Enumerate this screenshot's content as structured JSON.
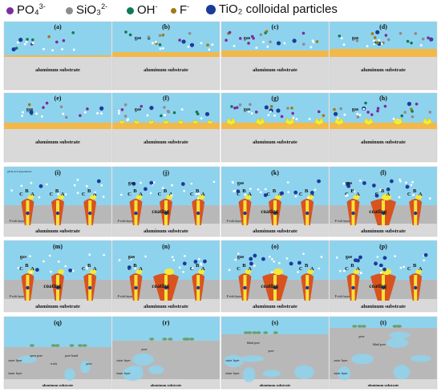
{
  "legend": [
    {
      "label": "PO₄",
      "sup": "3-",
      "color": "#7b2e9b",
      "icon": "purple-dot-icon"
    },
    {
      "label": "SiO₃",
      "sup": "2-",
      "color": "#8c8c8c",
      "icon": "gray-dot-icon"
    },
    {
      "label": "OH",
      "sup": "-",
      "color": "#0f7a55",
      "icon": "green-dot-icon"
    },
    {
      "label": "F",
      "sup": "-",
      "color": "#a07a12",
      "icon": "olive-dot-icon"
    },
    {
      "label": "TiO₂ colloidal particles",
      "sup": "",
      "color": "#1b3b9a",
      "icon": "navy-dot-icon"
    }
  ],
  "colors": {
    "electrolyte": "#8ed3ee",
    "substrate": "#d9d9d9",
    "oxide": "#f2b84a",
    "melt": "#d9531e",
    "core": "#f6e23a",
    "spark": "#f4ea3a",
    "coating": "#b8b8b8"
  },
  "rows": [
    {
      "panels": [
        {
          "label": "(a)",
          "substrate": "aluminum substrate",
          "gas": ""
        },
        {
          "label": "(b)",
          "substrate": "aluminum substrate",
          "gas": "gas"
        },
        {
          "label": "(c)",
          "substrate": "aluminum substrate",
          "gas": "gas"
        },
        {
          "label": "(d)",
          "substrate": "aluminum substrate",
          "gas": "gas"
        }
      ]
    },
    {
      "panels": [
        {
          "label": "(e)",
          "substrate": "aluminum substrate",
          "gas": "gas"
        },
        {
          "label": "(f)",
          "substrate": "aluminum substrate",
          "gas": "gas"
        },
        {
          "label": "(g)",
          "substrate": "aluminum substrate",
          "gas": "gas"
        },
        {
          "label": "(h)",
          "substrate": "aluminum substrate",
          "gas": "gas"
        }
      ]
    },
    {
      "panels": [
        {
          "label": "(i)",
          "substrate": "aluminum substrate",
          "gas": "",
          "note": "gP & rich depositions",
          "layer": "F-rich layer",
          "coating": ""
        },
        {
          "label": "(j)",
          "substrate": "aluminum substrate",
          "gas": "gas",
          "layer": "F-rich layer",
          "coating": "coating"
        },
        {
          "label": "(k)",
          "substrate": "aluminum substrate",
          "gas": "gas",
          "layer": "F-rich layer",
          "coating": "coating"
        },
        {
          "label": "(l)",
          "substrate": "aluminum substrate",
          "gas": "gas",
          "layer": "F-rich layer",
          "coating": "coating"
        }
      ]
    },
    {
      "panels": [
        {
          "label": "(m)",
          "substrate": "aluminum substrate",
          "gas": "gas",
          "layer": "F-rich layer",
          "coating": "coating"
        },
        {
          "label": "(n)",
          "substrate": "aluminum substrate",
          "gas": "gas",
          "layer": "F-rich layer",
          "coating": "coating"
        },
        {
          "label": "(o)",
          "substrate": "aluminum substrate",
          "gas": "gas",
          "layer": "F-rich layer",
          "coating": "coating"
        },
        {
          "label": "(p)",
          "substrate": "aluminum substrate",
          "gas": "gas",
          "layer": "F-rich layer",
          "coating": "coating"
        }
      ]
    },
    {
      "panels": [
        {
          "label": "(q)",
          "substrate": "aluminum substrate",
          "outer": "outer layer",
          "inner": "inner layer",
          "texts": [
            "open pore",
            "crack",
            "pore band",
            "pore"
          ]
        },
        {
          "label": "(r)",
          "substrate": "aluminum substrate",
          "outer": "outer layer",
          "inner": "inner layer",
          "texts": [
            "pore"
          ]
        },
        {
          "label": "(s)",
          "substrate": "aluminum substrate",
          "outer": "outer layer",
          "inner": "inner layer",
          "texts": [
            "blind pore",
            "pore"
          ]
        },
        {
          "label": "(t)",
          "substrate": "aluminum substrate",
          "outer": "outer layer",
          "inner": "inner layer",
          "texts": [
            "pore",
            "blind pore"
          ]
        }
      ]
    }
  ],
  "abc": [
    "A",
    "B",
    "C"
  ]
}
